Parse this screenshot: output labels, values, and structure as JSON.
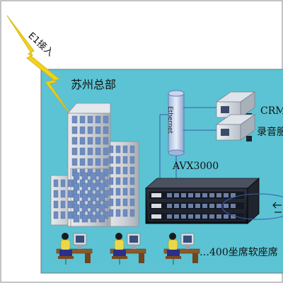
{
  "labels": {
    "e1": "E1接入",
    "hq": "苏州总部",
    "ethernet": "Ethernet",
    "crm": "CRM服",
    "recording": "录音服",
    "avx": "AVX3000",
    "seats": "…400坐席软座席"
  },
  "colors": {
    "panel": "#5bc3d3",
    "building_window": "#6e8cc0",
    "lightning": "#f2d31c",
    "link": "#3d5aa8"
  },
  "icons": [
    "lightning-bolt",
    "office-building",
    "ethernet-bus",
    "server",
    "pbx-rack",
    "agent-workstation"
  ]
}
